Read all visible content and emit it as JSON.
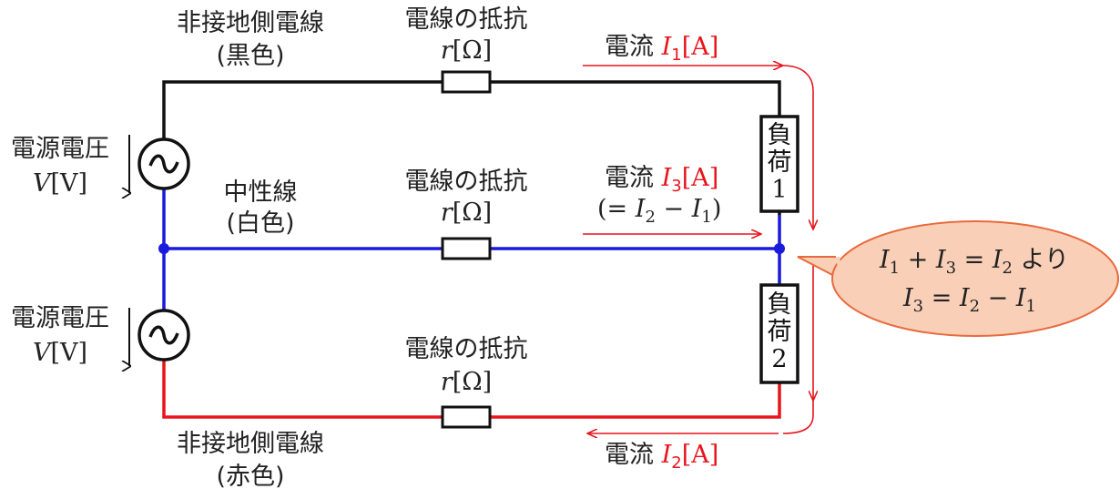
{
  "wires": {
    "black_label": "非接地側電線",
    "black_color": "(黒色)",
    "neutral_label": "中性線",
    "neutral_color": "(白色)",
    "red_label": "非接地側電線",
    "red_color": "(赤色)"
  },
  "resistance": {
    "title": "電線の抵抗",
    "symbol": "r",
    "unit": "[Ω]"
  },
  "sources": {
    "label": "電源電圧",
    "symbol": "V",
    "unit": "[V]"
  },
  "loads": {
    "char1": "負",
    "char2": "荷",
    "load1_num": "1",
    "load2_num": "2"
  },
  "currents": {
    "prefix": "電流",
    "i1": "I",
    "i1_sub": "1",
    "i2": "I",
    "i2_sub": "2",
    "i3": "I",
    "i3_sub": "3",
    "unit": "[A]",
    "i3_note_open": "(=",
    "i3_note_minus": "−",
    "i3_note_close": ")"
  },
  "callout": {
    "line1_plus": "+",
    "line1_eq": "=",
    "line1_suffix": "より",
    "line2_eq": "=",
    "line2_minus": "−"
  },
  "colors": {
    "black_wire": "#111111",
    "neutral_wire": "#1a1adc",
    "red_wire": "#e8141c",
    "current_arrow": "#e8141c",
    "callout_fill": "#f9cfb8",
    "callout_stroke": "#e86a3c"
  }
}
